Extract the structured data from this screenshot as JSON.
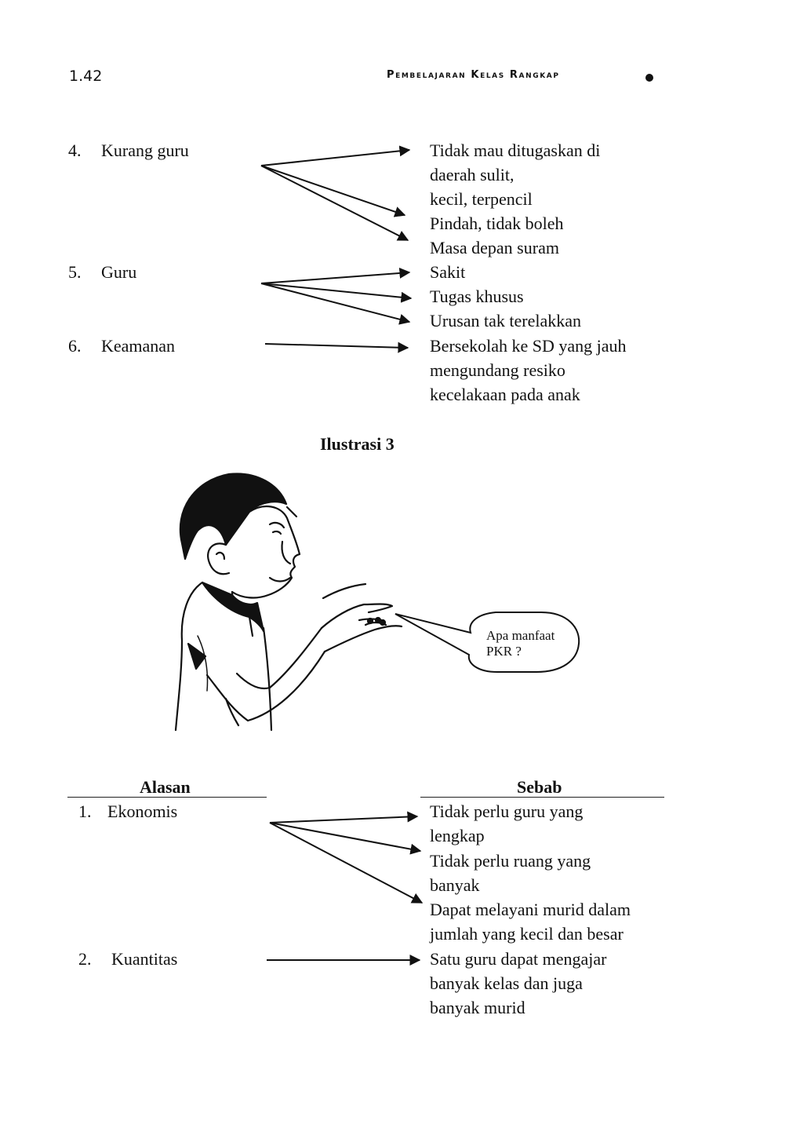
{
  "header": {
    "page_number": "1.42",
    "running_title": "Pembelajaran Kelas Rangkap"
  },
  "problems": [
    {
      "number": "4.",
      "label": "Kurang guru",
      "effects": [
        "Tidak mau ditugaskan di",
        "daerah sulit,",
        "kecil, terpencil",
        "Pindah, tidak boleh",
        "Masa depan suram"
      ]
    },
    {
      "number": "5.",
      "label": "Guru",
      "effects": [
        "Sakit",
        "Tugas khusus",
        "Urusan tak terelakkan"
      ]
    },
    {
      "number": "6.",
      "label": "Keamanan",
      "effects": [
        "Bersekolah ke SD yang jauh",
        "mengundang resiko",
        "kecelakaan pada anak"
      ]
    }
  ],
  "illustration": {
    "title": "Ilustrasi 3",
    "speech_bubble": [
      "Apa manfaat",
      "PKR ?"
    ]
  },
  "reasons_table": {
    "col_left": "Alasan",
    "col_right": "Sebab",
    "rows": [
      {
        "number": "1.",
        "label": "Ekonomis",
        "effects": [
          "Tidak perlu guru yang",
          "lengkap",
          "Tidak perlu ruang yang",
          "banyak",
          "Dapat melayani murid dalam",
          "jumlah yang kecil dan besar"
        ]
      },
      {
        "number": "2.",
        "label": "Kuantitas",
        "effects": [
          "Satu guru dapat mengajar",
          "banyak kelas dan juga",
          "banyak murid"
        ]
      }
    ]
  }
}
